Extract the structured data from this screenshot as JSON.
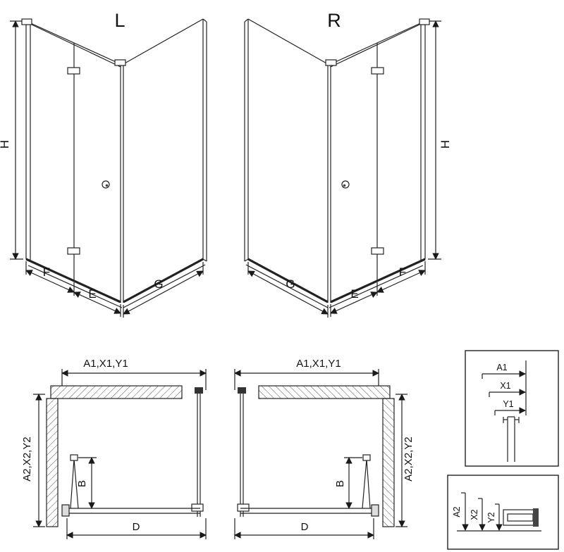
{
  "iso_views": {
    "left": {
      "title": "L",
      "height": "H",
      "door_leaf_outer": "F",
      "door_leaf_inner": "E",
      "side_panel": "G"
    },
    "right": {
      "title": "R",
      "height": "H",
      "door_leaf_outer": "F",
      "door_leaf_inner": "E",
      "side_panel": "G"
    }
  },
  "plan_views": {
    "left": {
      "width_top": "A1,X1,Y1",
      "depth_side": "A2,X2,Y2",
      "door_depth": "B",
      "width_bottom": "D"
    },
    "right": {
      "width_top": "A1,X1,Y1",
      "depth_side": "A2,X2,Y2",
      "door_depth": "B",
      "width_bottom": "D"
    }
  },
  "details": {
    "width_profile": {
      "labels": [
        "A1",
        "X1",
        "Y1"
      ]
    },
    "depth_profile": {
      "labels": [
        "A2",
        "X2",
        "Y2"
      ]
    }
  }
}
